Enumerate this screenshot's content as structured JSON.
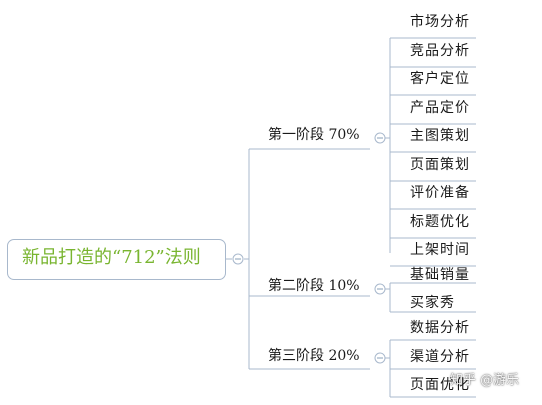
{
  "root": {
    "label": "新品打造的“712”法则"
  },
  "stages": [
    {
      "label": "第一阶段 70%",
      "items": [
        "市场分析",
        "竞品分析",
        "客户定位",
        "产品定价",
        "主图策划",
        "页面策划",
        "评价准备",
        "标题优化",
        "上架时间"
      ]
    },
    {
      "label": "第二阶段 10%",
      "items": [
        "基础销量",
        "买家秀"
      ]
    },
    {
      "label": "第三阶段 20%",
      "items": [
        "数据分析",
        "渠道分析",
        "页面优化"
      ]
    }
  ],
  "watermark": "知乎 @游乐",
  "colors": {
    "root_text": "#79b530",
    "line": "#a8b8cc",
    "text": "#1a1a1a"
  }
}
